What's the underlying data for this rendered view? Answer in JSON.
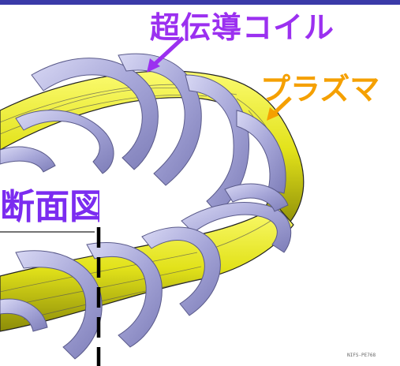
{
  "labels": {
    "coil": "超伝導コイル",
    "plasma": "プラズマ",
    "section": "断面図",
    "credit": "NIFS-PE768"
  },
  "colors": {
    "coil_label": "#9b30f0",
    "plasma_label": "#f5a000",
    "section_label": "#7b2cf0",
    "coil_ribbon": "#aaaadc",
    "plasma_core": "#e6e61a",
    "top_bar": "#3a3aa8"
  }
}
